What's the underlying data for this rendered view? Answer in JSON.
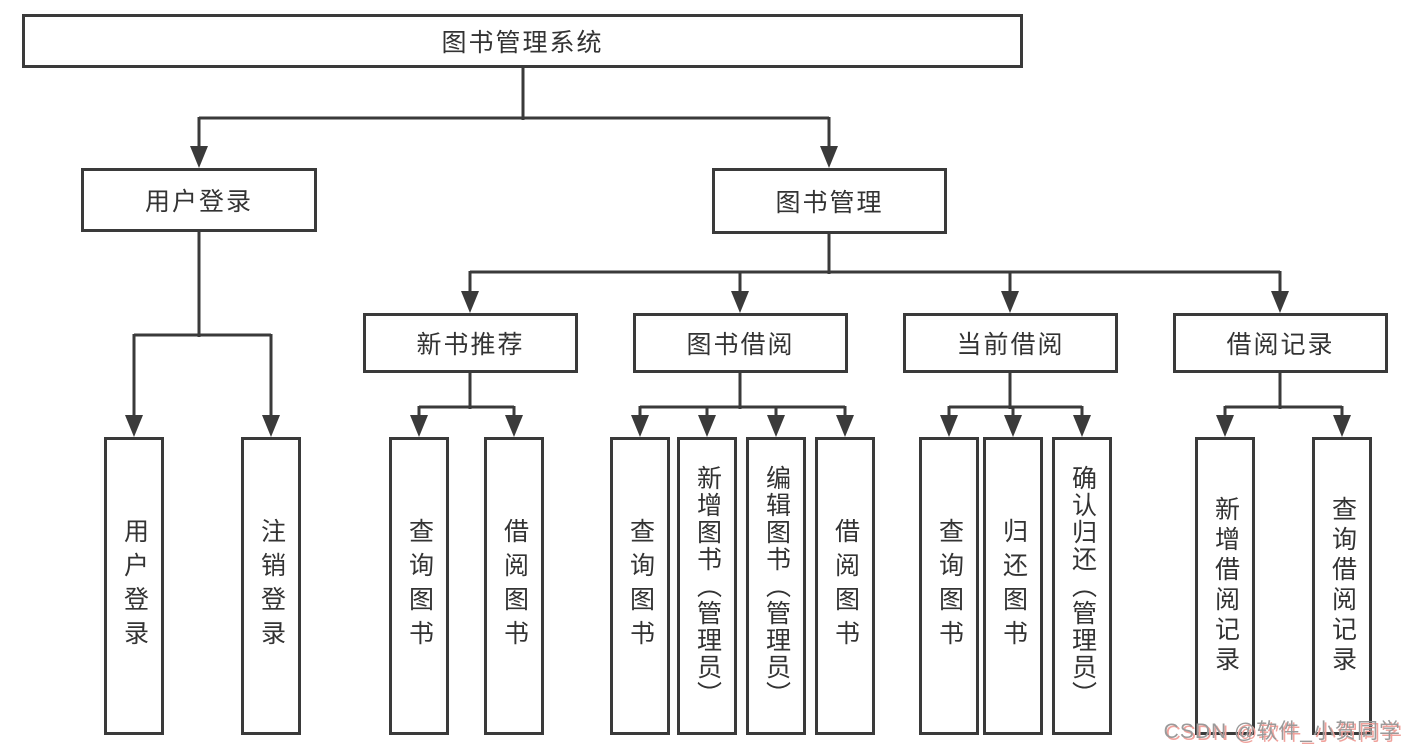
{
  "colors": {
    "background": "#ffffff",
    "box_border": "#3a3a3a",
    "box_fill": "#ffffff",
    "connector_line": "#3a3a3a",
    "text": "#333333",
    "watermark_text": "#9a9a9a",
    "watermark_shadow": "#f0a29c"
  },
  "watermark": {
    "text": "CSDN @软件_小贺同学"
  },
  "tree": {
    "label": "图书管理系统",
    "children": [
      {
        "label": "用户登录",
        "children": [
          {
            "label": "用户登录"
          },
          {
            "label": "注销登录"
          }
        ]
      },
      {
        "label": "图书管理",
        "children": [
          {
            "label": "新书推荐",
            "children": [
              {
                "label": "查询图书"
              },
              {
                "label": "借阅图书"
              }
            ]
          },
          {
            "label": "图书借阅",
            "children": [
              {
                "label": "查询图书"
              },
              {
                "label": "新增图书（管理员）"
              },
              {
                "label": "编辑图书（管理员）"
              },
              {
                "label": "借阅图书"
              }
            ]
          },
          {
            "label": "当前借阅",
            "children": [
              {
                "label": "查询图书"
              },
              {
                "label": "归还图书"
              },
              {
                "label": "确认归还（管理员）"
              }
            ]
          },
          {
            "label": "借阅记录",
            "children": [
              {
                "label": "新增借阅记录"
              },
              {
                "label": "查询借阅记录"
              }
            ]
          }
        ]
      }
    ]
  }
}
